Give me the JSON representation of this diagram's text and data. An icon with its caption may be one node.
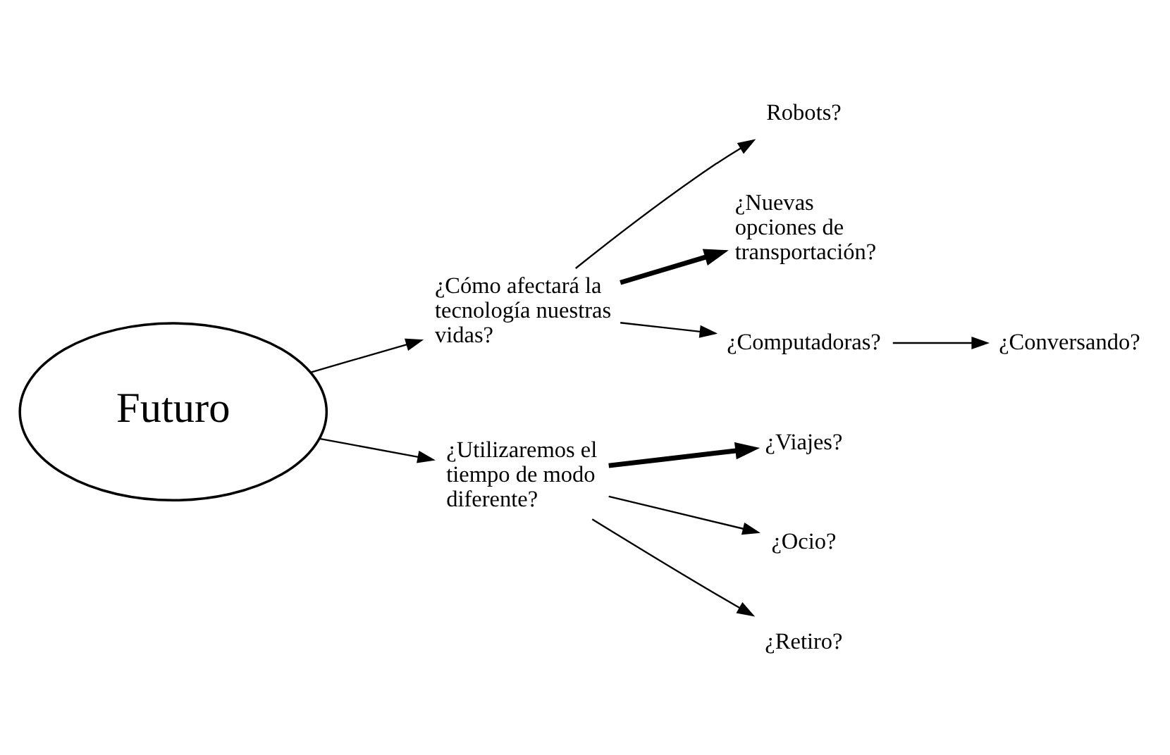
{
  "diagram": {
    "nodes": [
      {
        "text": [
          "Futuro"
        ]
      },
      {
        "text": [
          "¿Cómo afectará la tecnología nuestras vidas?"
        ]
      },
      {
        "text": [
          "Robots?"
        ]
      },
      {
        "text": [
          "¿Nuevas opciones de transportación?"
        ]
      },
      {
        "text": [
          "¿Computadoras?"
        ]
      },
      {
        "text": [
          "¿Conversando?"
        ]
      },
      {
        "text": [
          "¿Utilizaremos el tiempo de modo diferente?"
        ]
      },
      {
        "text": [
          "¿Viajes?"
        ]
      },
      {
        "text": [
          "¿Ocio?"
        ]
      },
      {
        "text": [
          "¿Retiro?"
        ]
      }
    ],
    "edges": [
      {
        "from": 0,
        "to": 1,
        "arrow": "to"
      },
      {
        "from": 1,
        "to": 2,
        "arrow": "to"
      },
      {
        "from": 1,
        "to": 3,
        "arrow": "to",
        "style": "thick"
      },
      {
        "from": 1,
        "to": 4,
        "arrow": "to"
      },
      {
        "from": 4,
        "to": 5,
        "arrow": "to"
      },
      {
        "from": 0,
        "to": 6,
        "arrow": "to"
      },
      {
        "from": 6,
        "to": 7,
        "arrow": "to",
        "style": "thick"
      },
      {
        "from": 6,
        "to": 8,
        "arrow": "to"
      },
      {
        "from": 6,
        "to": 9,
        "arrow": "to"
      }
    ]
  }
}
